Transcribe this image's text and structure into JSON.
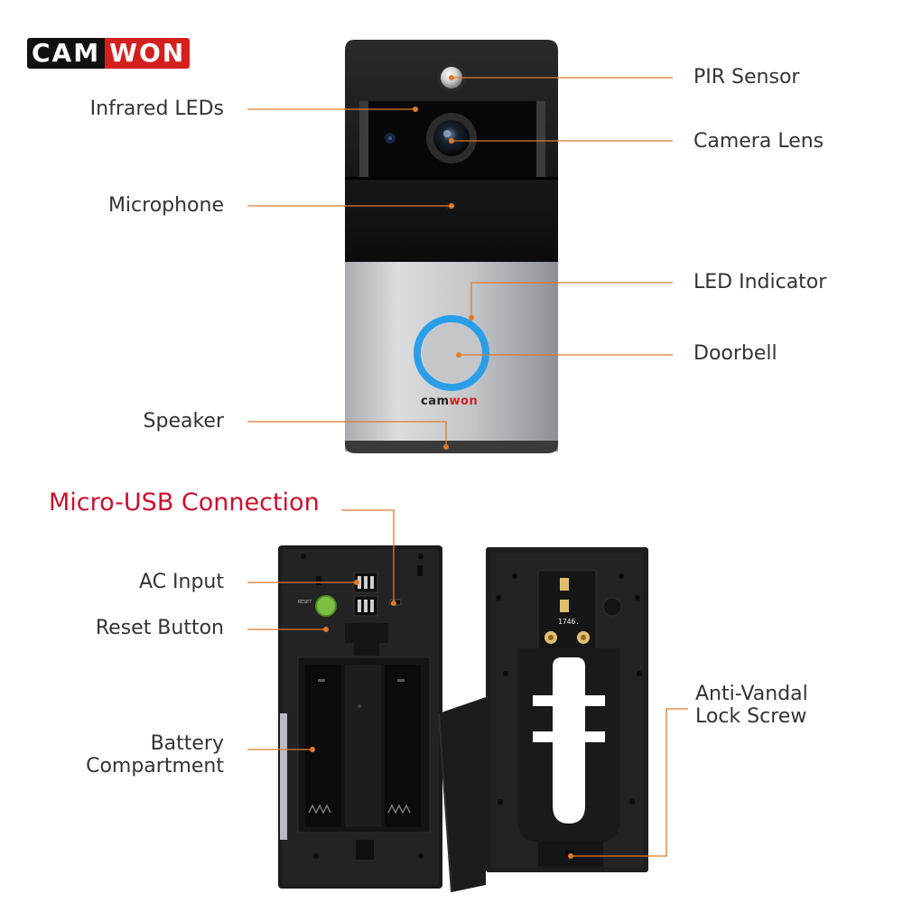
{
  "brand": {
    "part1": "CAM",
    "part2": "WON"
  },
  "device_logo": {
    "part1": "cam",
    "part2": "won"
  },
  "labels": {
    "pir_sensor": "PIR Sensor",
    "infrared_leds": "Infrared LEDs",
    "camera_lens": "Camera Lens",
    "microphone": "Microphone",
    "led_indicator": "LED Indicator",
    "doorbell": "Doorbell",
    "speaker": "Speaker",
    "micro_usb": "Micro-USB Connection",
    "ac_input": "AC Input",
    "reset_button": "Reset Button",
    "battery_line1": "Battery",
    "battery_line2": "Compartment",
    "anti_vandal_line1": "Anti-Vandal",
    "anti_vandal_line2": "Lock Screw"
  },
  "small_text": {
    "reset": "RESET",
    "pcb_code": "1746."
  },
  "colors": {
    "leader": "#e07a2a",
    "accent_red": "#c8102e",
    "ring": "#2a9fe8",
    "reset": "#7bc043"
  }
}
